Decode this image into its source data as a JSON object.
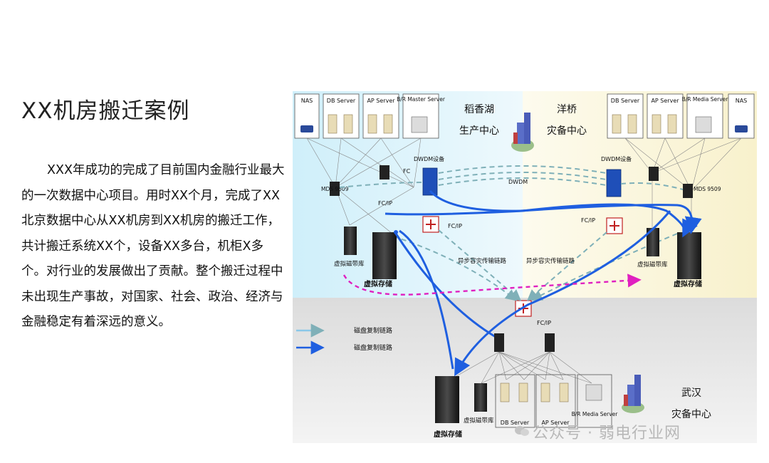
{
  "page": {
    "title": "XX机房搬迁案例",
    "description": "XXX年成功的完成了目前国内金融行业最大的一次数据中心项目。用时XX个月，完成了XX北京数据中心从XX机房到XX机房的搬迁工作，共计搬迁系统XX个，设备XX多台，机柜X多个。对行业的发展做出了贡献。整个搬迁过程中未出现生产事故，对国家、社会、政治、经济与金融稳定有着深远的意义。"
  },
  "diagram": {
    "colors": {
      "left_zone": "#d9f5fb",
      "right_zone": "#fbf6dc",
      "bottom_zone": "#e6e6e6",
      "blue_link": "#1f5fe0",
      "teal_link": "#7fb0b8",
      "magenta_link": "#e020c0"
    },
    "left_site": {
      "name_line1": "稻香湖",
      "name_line2": "生产中心",
      "servers": [
        "NAS",
        "DB Server",
        "AP Server",
        "B/R Master Server"
      ],
      "dwdm": "DWDM设备",
      "fc": "FC",
      "fcip": "FC/IP",
      "fcip2": "FC/IP",
      "mds": "MDS 9509",
      "tape": "虚拟磁带库",
      "storage": "虚拟存储"
    },
    "right_site": {
      "name_line1": "洋桥",
      "name_line2": "灾备中心",
      "servers": [
        "DB Server",
        "AP Server",
        "B/R Media Server",
        "NAS"
      ],
      "dwdm": "DWDM设备",
      "fcip": "FC/IP",
      "mds": "MDS 9509",
      "tape": "虚拟磁带库",
      "storage": "虚拟存储"
    },
    "link_labels": {
      "dwdm": "DWDM",
      "async_left": "异步容灾传输链路",
      "async_right": "异步容灾传输链路",
      "fcip_bottom": "FC/IP"
    },
    "legend": [
      {
        "label": "磁盘复制链路",
        "color": "#8ac8e8"
      },
      {
        "label": "磁盘复制链路",
        "color": "#1f5fe0"
      }
    ],
    "bottom_site": {
      "name_line1": "武汉",
      "name_line2": "灾备中心",
      "storage": "虚拟存储",
      "tape": "虚拟磁带库",
      "servers": [
        "DB Server",
        "AP Server",
        "B/R Media Server"
      ]
    }
  },
  "watermark": "公众号 · 弱电行业网"
}
